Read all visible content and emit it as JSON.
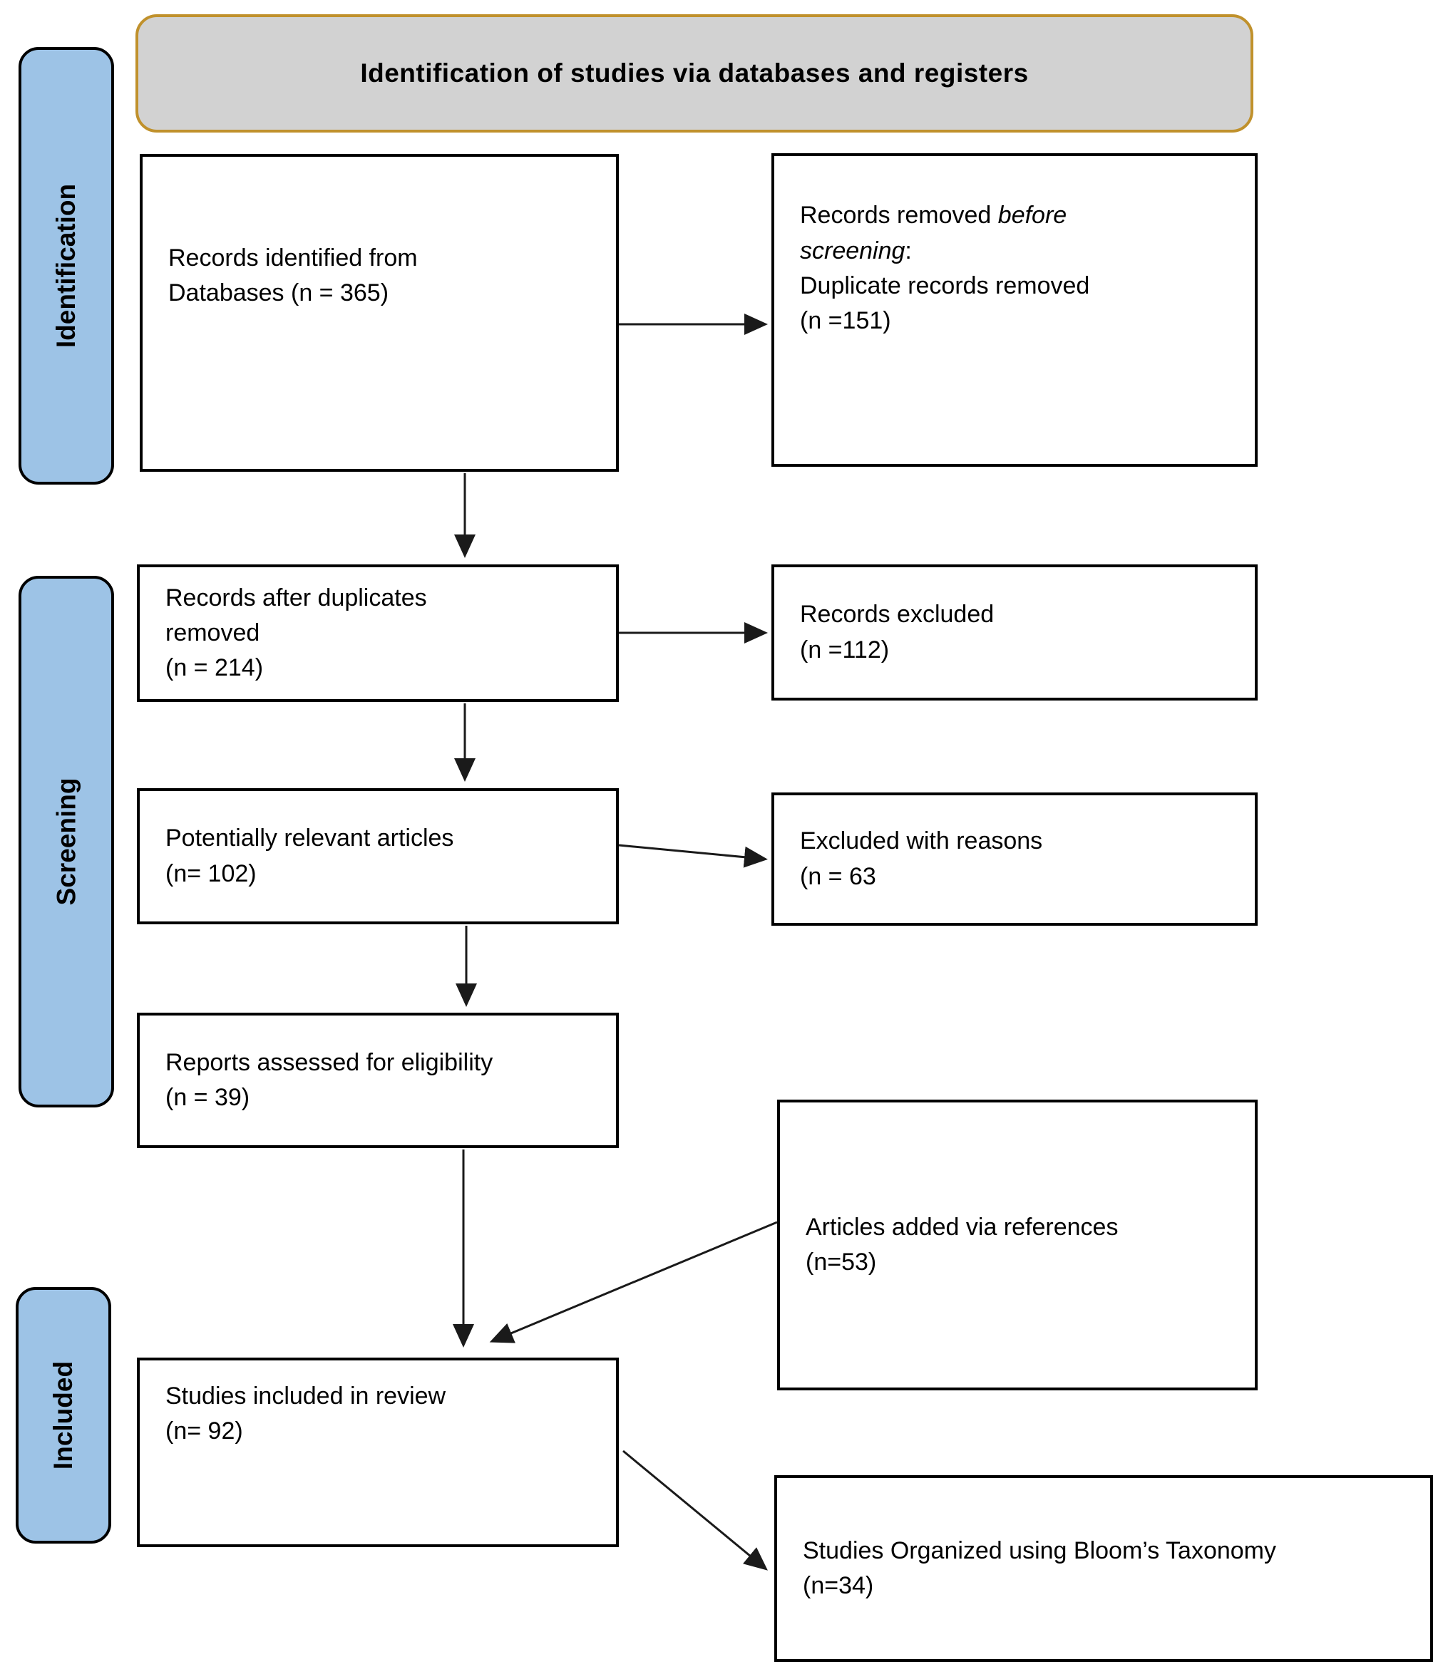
{
  "title": "Identification of studies via databases and registers",
  "stages": [
    {
      "label": "Identification"
    },
    {
      "label": "Screening"
    },
    {
      "label": "Included"
    }
  ],
  "boxes": {
    "records_identified": {
      "text": "Records identified from\nDatabases (n = 365)"
    },
    "records_removed": {
      "prefix": "Records removed ",
      "italic_before": "before",
      "italic_screening": "screening",
      "colon": ":",
      "rest": "Duplicate records removed\n(n =151)"
    },
    "after_duplicates": {
      "text": "Records after duplicates\nremoved\n(n = 214)"
    },
    "records_excluded": {
      "text": "Records excluded\n(n =112)"
    },
    "potentially_relevant": {
      "text": "Potentially relevant articles\n(n= 102)"
    },
    "excluded_reasons": {
      "text": "Excluded with reasons\n(n = 63"
    },
    "reports_assessed": {
      "text": "Reports assessed for eligibility\n(n = 39)"
    },
    "articles_added": {
      "text": "Articles added via references\n(n=53)"
    },
    "studies_included": {
      "text": "Studies included in review\n(n= 92)"
    },
    "studies_organized": {
      "text": "Studies Organized using Bloom’s Taxonomy\n(n=34)"
    }
  },
  "colors": {
    "stage_fill": "#9DC3E6",
    "banner_fill": "#D2D2D2",
    "banner_border": "#C0912C",
    "box_border": "#000000",
    "arrow": "#1A1A1A"
  }
}
